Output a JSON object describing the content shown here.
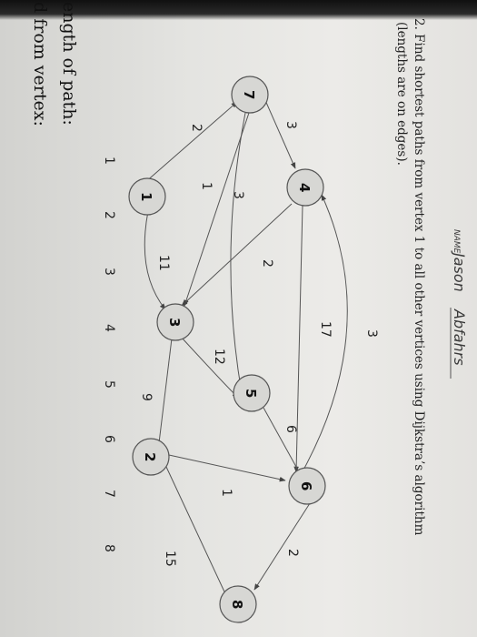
{
  "handwriting": {
    "name_label": "NAME",
    "first_name": "Jason",
    "last_name": "Abfahrs"
  },
  "problem": {
    "line1": "2. Find shortest paths from vertex 1 to all other vertices using Dijkstra’s algorithm",
    "line2": "(lengths are on edges)."
  },
  "graph": {
    "nodes": [
      "1",
      "2",
      "3",
      "4",
      "5",
      "6",
      "7",
      "8"
    ],
    "weights": {
      "w_7_4": "3",
      "w_1_7": "2",
      "w_7_3": "1",
      "w_7_5": "3",
      "w_1_3": "11",
      "w_4_3": "2",
      "w_4_6": "17",
      "w_6_4": "3",
      "w_3_5": "12",
      "w_5_6": "6",
      "w_3_2": "9",
      "w_2_6": "1",
      "w_6_8": "2",
      "w_2_8": "15"
    }
  },
  "table": {
    "columns": [
      "1",
      "2",
      "3",
      "4",
      "5",
      "6",
      "7",
      "8"
    ]
  },
  "bottom_labels": {
    "length": "ength of path:",
    "from": "d from vertex:"
  }
}
